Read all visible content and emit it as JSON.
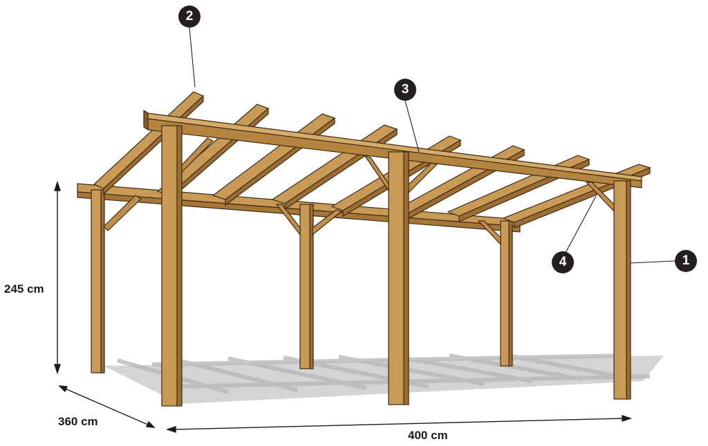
{
  "dimensions": {
    "height": "245 cm",
    "depth": "360 cm",
    "width": "400 cm"
  },
  "callouts": {
    "post": "1",
    "rafter": "2",
    "beam": "3",
    "brace": "4"
  },
  "colors": {
    "wood_light": "#c89a55",
    "wood_mid": "#b5843f",
    "wood_dark": "#8a5e2a",
    "outline": "#3a2a14",
    "shadow": "#cfcfcf",
    "badge": "#231f20"
  }
}
